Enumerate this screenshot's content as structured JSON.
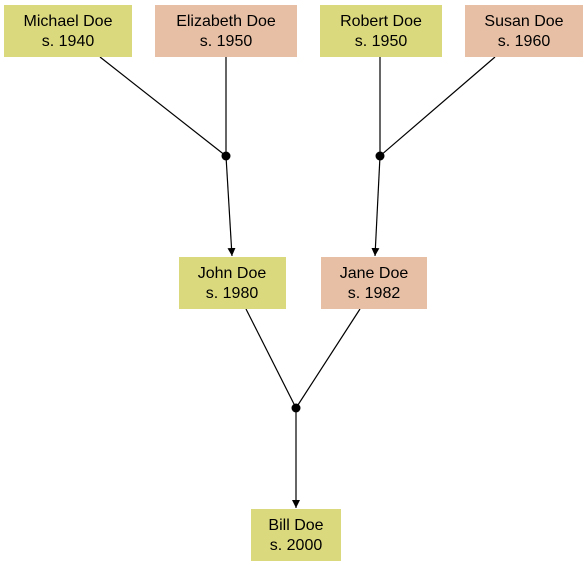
{
  "colors": {
    "male": "#dbd97e",
    "female": "#e7bfa5",
    "line": "#000000"
  },
  "people": {
    "michael": {
      "name": "Michael Doe",
      "born": "s. 1940",
      "gender": "male"
    },
    "elizabeth": {
      "name": "Elizabeth Doe",
      "born": "s. 1950",
      "gender": "female"
    },
    "robert": {
      "name": "Robert Doe",
      "born": "s. 1950",
      "gender": "male"
    },
    "susan": {
      "name": "Susan Doe",
      "born": "s. 1960",
      "gender": "female"
    },
    "john": {
      "name": "John Doe",
      "born": "s. 1980",
      "gender": "male"
    },
    "jane": {
      "name": "Jane Doe",
      "born": "s. 1982",
      "gender": "female"
    },
    "bill": {
      "name": "Bill Doe",
      "born": "s. 2000",
      "gender": "male"
    }
  },
  "families": [
    {
      "parents": [
        "michael",
        "elizabeth"
      ],
      "children": [
        "john"
      ]
    },
    {
      "parents": [
        "robert",
        "susan"
      ],
      "children": [
        "jane"
      ]
    },
    {
      "parents": [
        "john",
        "jane"
      ],
      "children": [
        "bill"
      ]
    }
  ]
}
